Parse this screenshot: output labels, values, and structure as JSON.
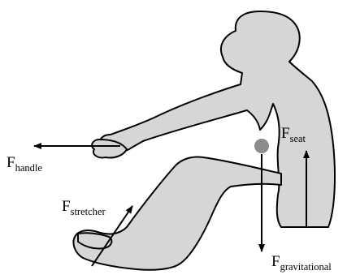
{
  "forces": {
    "handle": {
      "symbol": "F",
      "subscript": "handle"
    },
    "seat": {
      "symbol": "F",
      "subscript": "seat"
    },
    "stretcher": {
      "symbol": "F",
      "subscript": "stretcher"
    },
    "gravitational": {
      "symbol": "F",
      "subscript": "gravitational"
    }
  },
  "colors": {
    "body_fill": "#d6d6d6",
    "outline": "#000000",
    "center_of_mass": "#8c8c8c",
    "arrow": "#000000"
  }
}
